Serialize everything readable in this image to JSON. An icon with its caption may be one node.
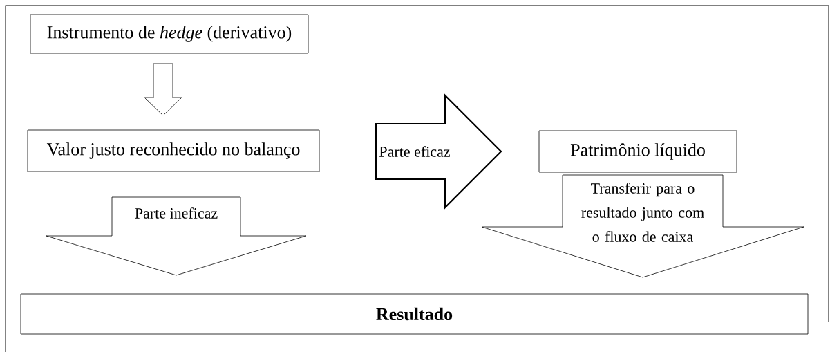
{
  "diagram": {
    "nodes": [
      {
        "text": [
          "Instrumento de *hedge* (derivativo)"
        ]
      },
      {
        "text": [
          "Valor justo reconhecido no balanço"
        ]
      },
      {
        "text": [
          "Patrimônio líquido"
        ]
      },
      {
        "text": [
          "Resultado"
        ]
      }
    ],
    "edges": [
      {
        "from": 0,
        "to": 1,
        "arrow": "to"
      },
      {
        "from": 1,
        "to": 2,
        "arrow": "to",
        "label": "Parte eficaz",
        "style": "thick"
      },
      {
        "from": 1,
        "to": 3,
        "arrow": "to",
        "label": "Parte ineficaz"
      },
      {
        "from": 2,
        "to": 3,
        "arrow": "to",
        "label": "Transferir para o resultado junto com o fluxo de caixa"
      }
    ]
  }
}
